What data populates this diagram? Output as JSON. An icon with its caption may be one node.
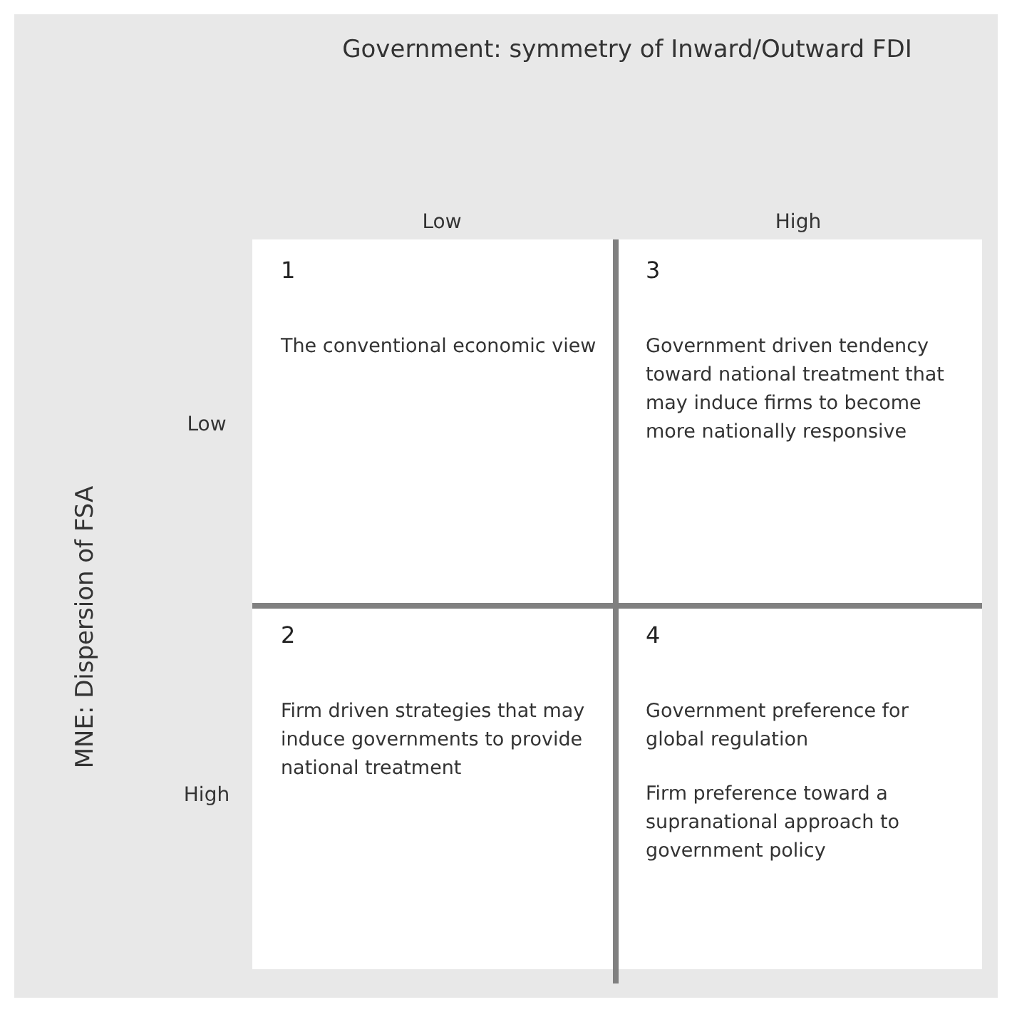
{
  "diagram": {
    "nodes": [
      {
        "text": [
          "1",
          "The conventional economic view"
        ]
      },
      {
        "text": [
          "3",
          "Government driven tendency toward national treatment that may induce firms to become more nationally responsive"
        ]
      },
      {
        "text": [
          "2",
          "Firm driven strategies that may induce governments to provide national treatment"
        ]
      },
      {
        "text": [
          "4",
          "Government preference for global regulation",
          "Firm preference toward a supranational approach to government policy"
        ]
      }
    ],
    "labels": [
      "Government: symmetry of Inward/Outward FDI",
      "Low",
      "High",
      "MNE: Dispersion of FSA",
      "Low",
      "High"
    ]
  }
}
